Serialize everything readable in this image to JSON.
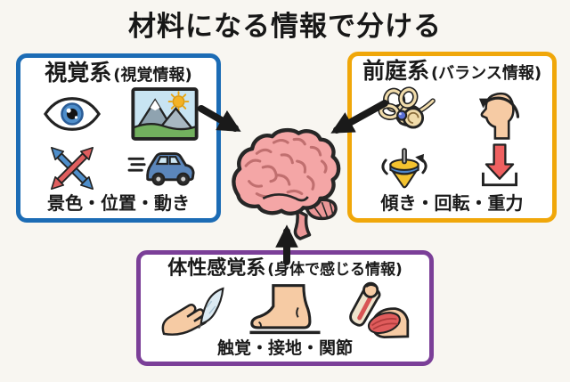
{
  "title": "材料になる情報で分ける",
  "panels": {
    "visual": {
      "name": "視覚系",
      "info_type": "(視覚情報)",
      "label": "景色・位置・動き",
      "border_color": "#1c6cb5",
      "icons": [
        "eye-icon",
        "landscape-picture-icon",
        "crossed-arrows-icon",
        "moving-car-icon"
      ]
    },
    "vestibular": {
      "name": "前庭系",
      "info_type": "(バランス情報)",
      "label": "傾き・回転・重力",
      "border_color": "#f0a70a",
      "icons": [
        "inner-ear-icon",
        "rotating-head-icon",
        "spinning-top-icon",
        "gravity-down-arrow-icon"
      ]
    },
    "somatosensory": {
      "name": "体性感覚系",
      "info_type": "(身体で感じる情報)",
      "label": "触覚・接地・関節",
      "border_color": "#7b3f98",
      "icons": [
        "hand-feather-icon",
        "foot-icon",
        "arm-muscle-icon"
      ]
    }
  },
  "center_icon": "brain-icon",
  "colors": {
    "background": "#f8f6f1",
    "arrow": "#1a1a1a",
    "brain_fill": "#f4a6a6",
    "blue_accent": "#4e8ecb",
    "red_accent": "#e05f5f",
    "skin": "#f6cba4"
  }
}
